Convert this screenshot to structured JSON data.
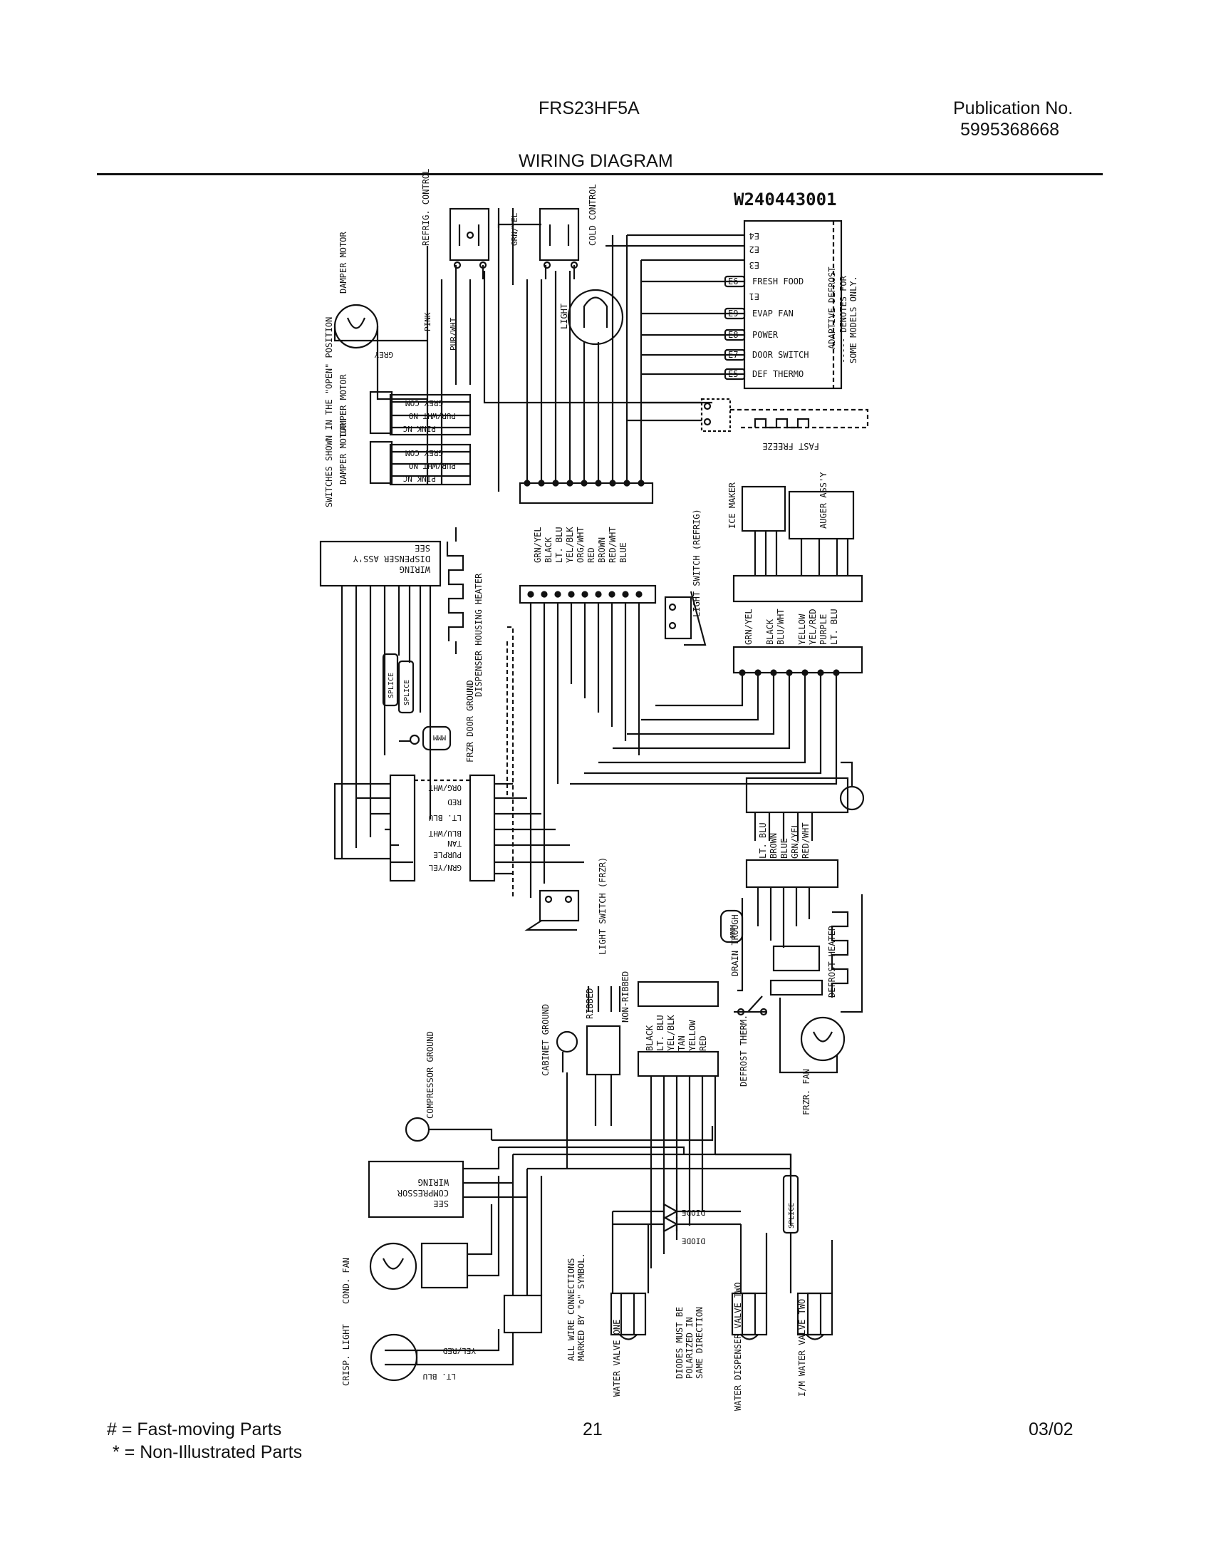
{
  "header": {
    "model": "FRS23HF5A",
    "publication_label": "Publication No.",
    "publication_number": "5995368668",
    "section_title": "WIRING DIAGRAM"
  },
  "footer": {
    "legend": [
      {
        "symbol": "#",
        "text": "= Fast-moving Parts"
      },
      {
        "symbol": "*",
        "text": "= Non-Illustrated Parts"
      }
    ],
    "page_number": "21",
    "date": "03/02"
  },
  "diagram": {
    "part_number": "W240443001",
    "notes": {
      "switches": "SWITCHES SHOWN IN THE \"OPEN\" POSITION",
      "adaptive_defrost": "ADAPTIVE DEFROST",
      "denotes_1": "----- DENOTES FOR",
      "denotes_2": "SOME MODELS ONLY.",
      "wire_1": "ALL WIRE CONNECTIONS",
      "wire_2": "MARKED BY \"o\" SYMBOL.",
      "diodes_1": "DIODES MUST BE",
      "diodes_2": "POLARIZED IN",
      "diodes_3": "SAME DIRECTION"
    },
    "control_terminals": [
      "E4",
      "E2",
      "E3",
      "E1",
      "E6",
      "E9",
      "E8",
      "E7",
      "E5"
    ],
    "control_labels": [
      "FRESH FOOD",
      "EVAP FAN",
      "POWER",
      "DOOR SWITCH",
      "DEF THERMO"
    ],
    "components": {
      "refrig_control": "REFRIG. CONTROL",
      "cold_control": "COLD CONTROL",
      "damper_motor": "DAMPER MOTOR",
      "light": "LIGHT",
      "fast_freeze": "FAST FREEZE",
      "dispenser_housing_heater": "DISPENSER HOUSING HEATER",
      "see_dispenser_1": "SEE",
      "see_dispenser_2": "DISPENSER ASS'Y",
      "see_dispenser_3": "WIRING",
      "frzr_door_ground": "FRZR DOOR GROUND",
      "light_switch_refrig": "LIGHT SWITCH (REFRIG)",
      "light_switch_frzr": "LIGHT SWITCH (FRZR)",
      "ice_maker": "ICE MAKER",
      "auger_assy": "AUGER ASS'Y",
      "drain_trough": "DRAIN TROUGH",
      "defrost_heater": "DEFROST HEATER",
      "defrost_therm": "DEFROST THERM.",
      "frzr_fan": "FRZR. FAN",
      "ribbed": "RIBBED",
      "non_ribbed": "NON-RIBBED",
      "cabinet_ground": "CABINET GROUND",
      "compressor_ground": "COMPRESSOR GROUND",
      "see_compressor_1": "SEE",
      "see_compressor_2": "COMPRESSOR",
      "see_compressor_3": "WIRING",
      "cond_fan": "COND. FAN",
      "crisp_light": "CRISP. LIGHT",
      "water_valve_one": "WATER VALVE ONE",
      "water_dispenser_valve_two": "WATER DISPENSER VALVE TWO",
      "im_water_valve_two": "I/M WATER VALVE TWO",
      "diode": "DIODE",
      "splice": "SPLICE",
      "mmm": "MMM"
    },
    "wire_lists": {
      "main_harness": [
        "GRN/YEL",
        "BLACK",
        "LT. BLU",
        "YEL/BLK",
        "ORG/WHT",
        "RED",
        "BROWN",
        "RED/WHT",
        "BLUE"
      ],
      "ice_maker_harness": [
        "GRN/YEL",
        "BLACK",
        "BLU/WHT",
        "YELLOW",
        "YEL/RED",
        "PURPLE",
        "LT. BLU"
      ],
      "defrost_harness": [
        "LT. BLU",
        "BROWN",
        "BLUE",
        "GRN/YEL",
        "RED/WHT"
      ],
      "frzr_harness": [
        "BLACK",
        "LT. BLU",
        "YEL/BLK",
        "TAN",
        "YELLOW",
        "RED"
      ],
      "door_harness": [
        "ORG/WHT",
        "RED",
        "LT. BLU",
        "BLU/WHT",
        "TAN",
        "PURPLE",
        "GRN/YEL"
      ],
      "damper_switch": [
        "GREY COM",
        "PUR/WHT NO",
        "PINK NC"
      ],
      "misc": [
        "PINK",
        "PUR/WHT",
        "GREY",
        "GRN/YEL",
        "YEL/RED",
        "LT. BLU"
      ]
    }
  }
}
